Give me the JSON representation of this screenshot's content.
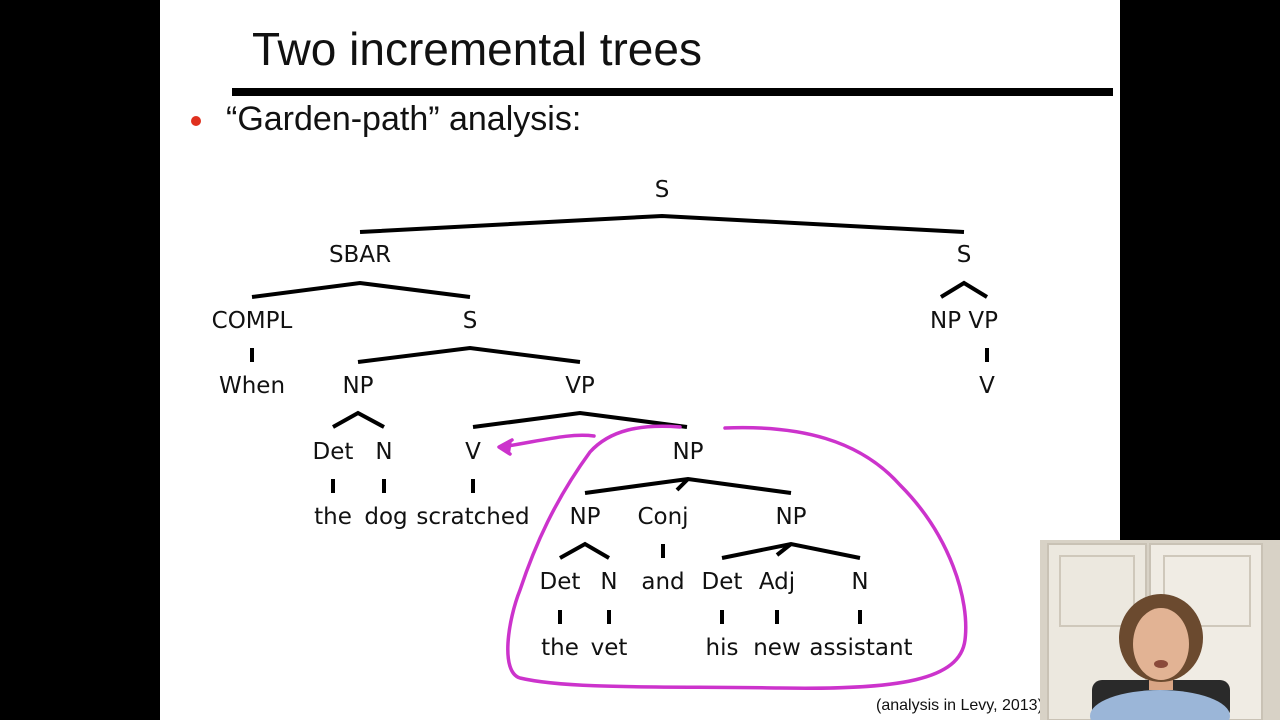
{
  "slide": {
    "title": "Two incremental trees",
    "bullet": "“Garden-path” analysis:",
    "citation": "(analysis in Levy, 2013)",
    "accent_color": "#e0301e",
    "annotation_color": "#cc33cc"
  },
  "tree": {
    "nodes": [
      {
        "id": "s_root",
        "label": "S"
      },
      {
        "id": "sbar",
        "label": "SBAR"
      },
      {
        "id": "s_main",
        "label": "S"
      },
      {
        "id": "compl",
        "label": "COMPL"
      },
      {
        "id": "s_sub",
        "label": "S"
      },
      {
        "id": "np_vp_main",
        "label": "NP VP"
      },
      {
        "id": "when",
        "label": "When"
      },
      {
        "id": "np_subj",
        "label": "NP"
      },
      {
        "id": "vp_sub",
        "label": "VP"
      },
      {
        "id": "v_main",
        "label": "V"
      },
      {
        "id": "det1",
        "label": "Det"
      },
      {
        "id": "n1",
        "label": "N"
      },
      {
        "id": "v_sub",
        "label": "V"
      },
      {
        "id": "np_obj",
        "label": "NP"
      },
      {
        "id": "the1",
        "label": "the"
      },
      {
        "id": "dog",
        "label": "dog"
      },
      {
        "id": "scratched",
        "label": "scratched"
      },
      {
        "id": "np_a",
        "label": "NP"
      },
      {
        "id": "conj",
        "label": "Conj"
      },
      {
        "id": "np_b",
        "label": "NP"
      },
      {
        "id": "det2",
        "label": "Det"
      },
      {
        "id": "n2",
        "label": "N"
      },
      {
        "id": "and",
        "label": "and"
      },
      {
        "id": "det3",
        "label": "Det"
      },
      {
        "id": "adj",
        "label": "Adj"
      },
      {
        "id": "n3",
        "label": "N"
      },
      {
        "id": "the2",
        "label": "the"
      },
      {
        "id": "vet",
        "label": "vet"
      },
      {
        "id": "his",
        "label": "his"
      },
      {
        "id": "new",
        "label": "new"
      },
      {
        "id": "assistant",
        "label": "assistant"
      }
    ]
  }
}
